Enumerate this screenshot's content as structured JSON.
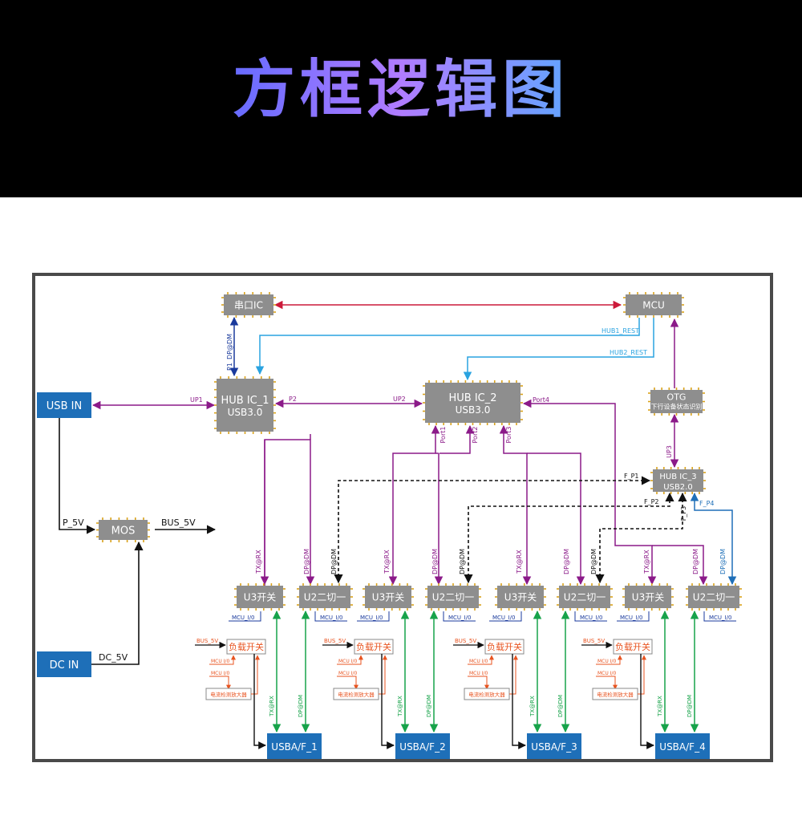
{
  "title": "方框逻辑图",
  "blocks": {
    "serial_ic": "串口IC",
    "mcu": "MCU",
    "hub1_l1": "HUB IC_1",
    "hub1_l2": "USB3.0",
    "hub2_l1": "HUB IC_2",
    "hub2_l2": "USB3.0",
    "otg_l1": "OTG",
    "otg_l2": "下行设备状态识别",
    "hub3_l1": "HUB IC_3",
    "hub3_l2": "USB2.0",
    "usb_in": "USB IN",
    "dc_in": "DC IN",
    "mos": "MOS",
    "u3_switch": "U3开关",
    "u2_mux": "U2二切一",
    "load_switch": "负载开关",
    "current_amp": "电流检测放大器",
    "usba": [
      "USBA/F_1",
      "USBA/F_2",
      "USBA/F_3",
      "USBA/F_4"
    ]
  },
  "labels": {
    "hub1_rest": "HUB1_REST",
    "hub2_rest": "HUB2_REST",
    "dp_dm": "DP@DM",
    "tx_rx": "TX@RX",
    "p1": "P1",
    "p2": "P2",
    "up1": "UP1",
    "up2": "UP2",
    "up3": "UP3",
    "port1": "Port1",
    "port2": "Port2",
    "port3": "Port3",
    "port4": "Port4",
    "f_p1": "F_P1",
    "f_p2": "F_P2",
    "f_p3": "F_P3",
    "f_p4": "F_P4",
    "p_5v": "P_5V",
    "bus_5v": "BUS_5V",
    "dc_5v": "DC_5V",
    "mcu_io": "MCU_I/0",
    "mcu_io_small": "MCU I/0"
  },
  "colors": {
    "purple": "#8b1a89",
    "dark_blue": "#1a3a9c",
    "light_blue": "#2aa3e0",
    "red": "#cc1a3a",
    "green": "#17a34a",
    "orange": "#e8531f",
    "chip": "#8e8e8e",
    "port_blue": "#1e6fb8"
  }
}
